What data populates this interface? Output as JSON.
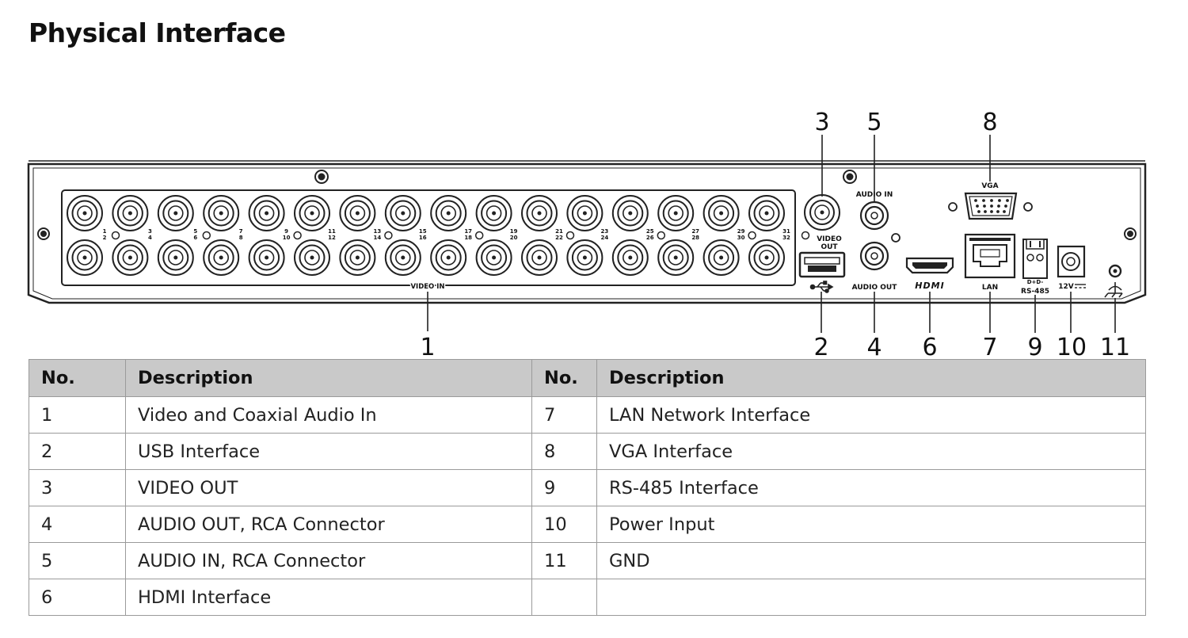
{
  "page": {
    "title": "Physical Interface"
  },
  "panel": {
    "port_labels": {
      "video_in": "VIDEO IN",
      "video_out": "VIDEO\nOUT",
      "audio_in": "AUDIO IN",
      "audio_out": "AUDIO OUT",
      "hdmi": "HDMI",
      "lan": "LAN",
      "vga": "VGA",
      "rs485": "RS-485",
      "rs485_pins": "D+D-",
      "power": "12V",
      "power_symbol": "⎓"
    },
    "channel_pairs": [
      "1\n2",
      "3\n4",
      "5\n6",
      "7\n8",
      "9\n10",
      "11\n12",
      "13\n14",
      "15\n16",
      "17\n18",
      "19\n20",
      "21\n22",
      "23\n24",
      "25\n26",
      "27\n28",
      "29\n30",
      "31\n32"
    ],
    "callouts": {
      "top": [
        {
          "id": "3",
          "label": "3"
        },
        {
          "id": "5",
          "label": "5"
        },
        {
          "id": "8",
          "label": "8"
        }
      ],
      "bottom": [
        {
          "id": "1",
          "label": "1"
        },
        {
          "id": "2",
          "label": "2"
        },
        {
          "id": "4",
          "label": "4"
        },
        {
          "id": "6",
          "label": "6"
        },
        {
          "id": "7",
          "label": "7"
        },
        {
          "id": "9",
          "label": "9"
        },
        {
          "id": "10",
          "label": "10"
        },
        {
          "id": "11",
          "label": "11"
        }
      ]
    }
  },
  "table": {
    "headers": [
      "No.",
      "Description",
      "No.",
      "Description"
    ],
    "rows": [
      [
        "1",
        "Video and Coaxial Audio In",
        "7",
        "LAN Network Interface"
      ],
      [
        "2",
        "USB Interface",
        "8",
        "VGA Interface"
      ],
      [
        "3",
        "VIDEO OUT",
        "9",
        "RS-485 Interface"
      ],
      [
        "4",
        "AUDIO OUT, RCA Connector",
        "10",
        "Power Input"
      ],
      [
        "5",
        "AUDIO IN, RCA Connector",
        "11",
        "GND"
      ],
      [
        "6",
        "HDMI Interface",
        "",
        ""
      ]
    ]
  }
}
